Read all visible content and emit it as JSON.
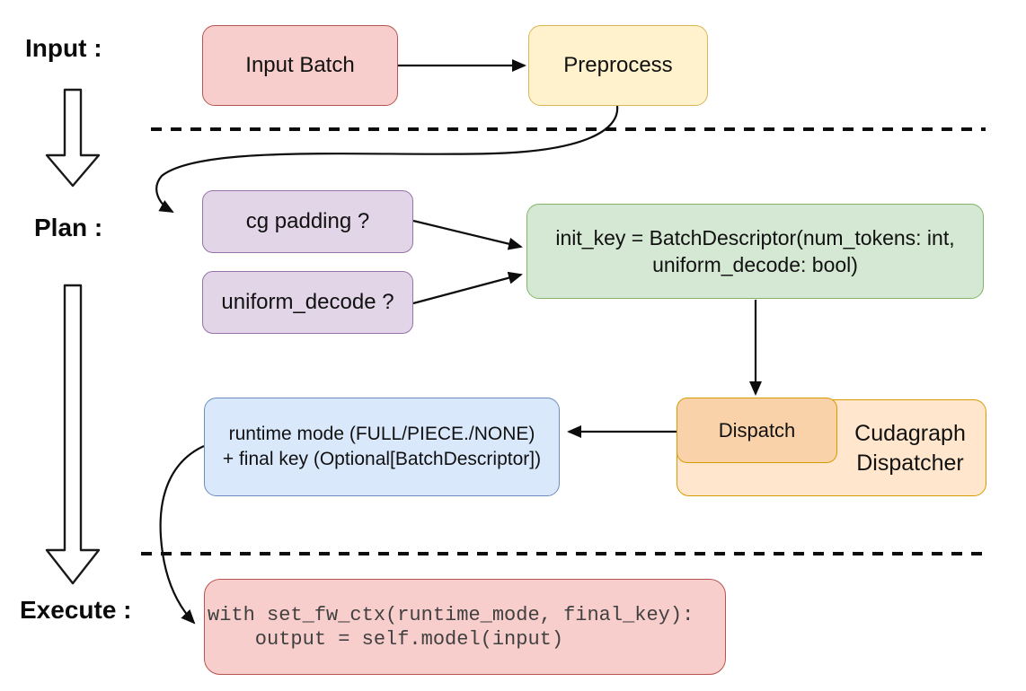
{
  "stage_labels": {
    "input": "Input :",
    "plan": "Plan :",
    "execute": "Execute :"
  },
  "nodes": {
    "input_batch": "Input Batch",
    "preprocess": "Preprocess",
    "cg_padding": "cg padding ?",
    "uniform_decode": "uniform_decode ?",
    "init_key_line1": "init_key = BatchDescriptor(num_tokens: int,",
    "init_key_line2": "uniform_decode: bool)",
    "runtime_line1": "runtime mode (FULL/PIECE./NONE)",
    "runtime_line2": "+ final key (Optional[BatchDescriptor])",
    "dispatch": "Dispatch",
    "dispatcher_line1": "Cudagraph",
    "dispatcher_line2": "Dispatcher",
    "code_line1": "with set_fw_ctx(runtime_mode, final_key):",
    "code_line2": "    output = self.model(input)"
  },
  "colors": {
    "red_fill": "#f8cecc",
    "red_stroke": "#b85450",
    "yellow_fill": "#fff2cc",
    "yellow_stroke": "#d6b656",
    "purple_fill": "#e1d5e7",
    "purple_stroke": "#9673a6",
    "green_fill": "#d5e8d4",
    "green_stroke": "#82b366",
    "blue_fill": "#dae8fc",
    "blue_stroke": "#6c8ebf",
    "orange_fill": "#ffe6cc",
    "orange_stroke": "#d79b00",
    "peach_fill": "#fad2a9",
    "connector_color": "#0d0d0d"
  }
}
